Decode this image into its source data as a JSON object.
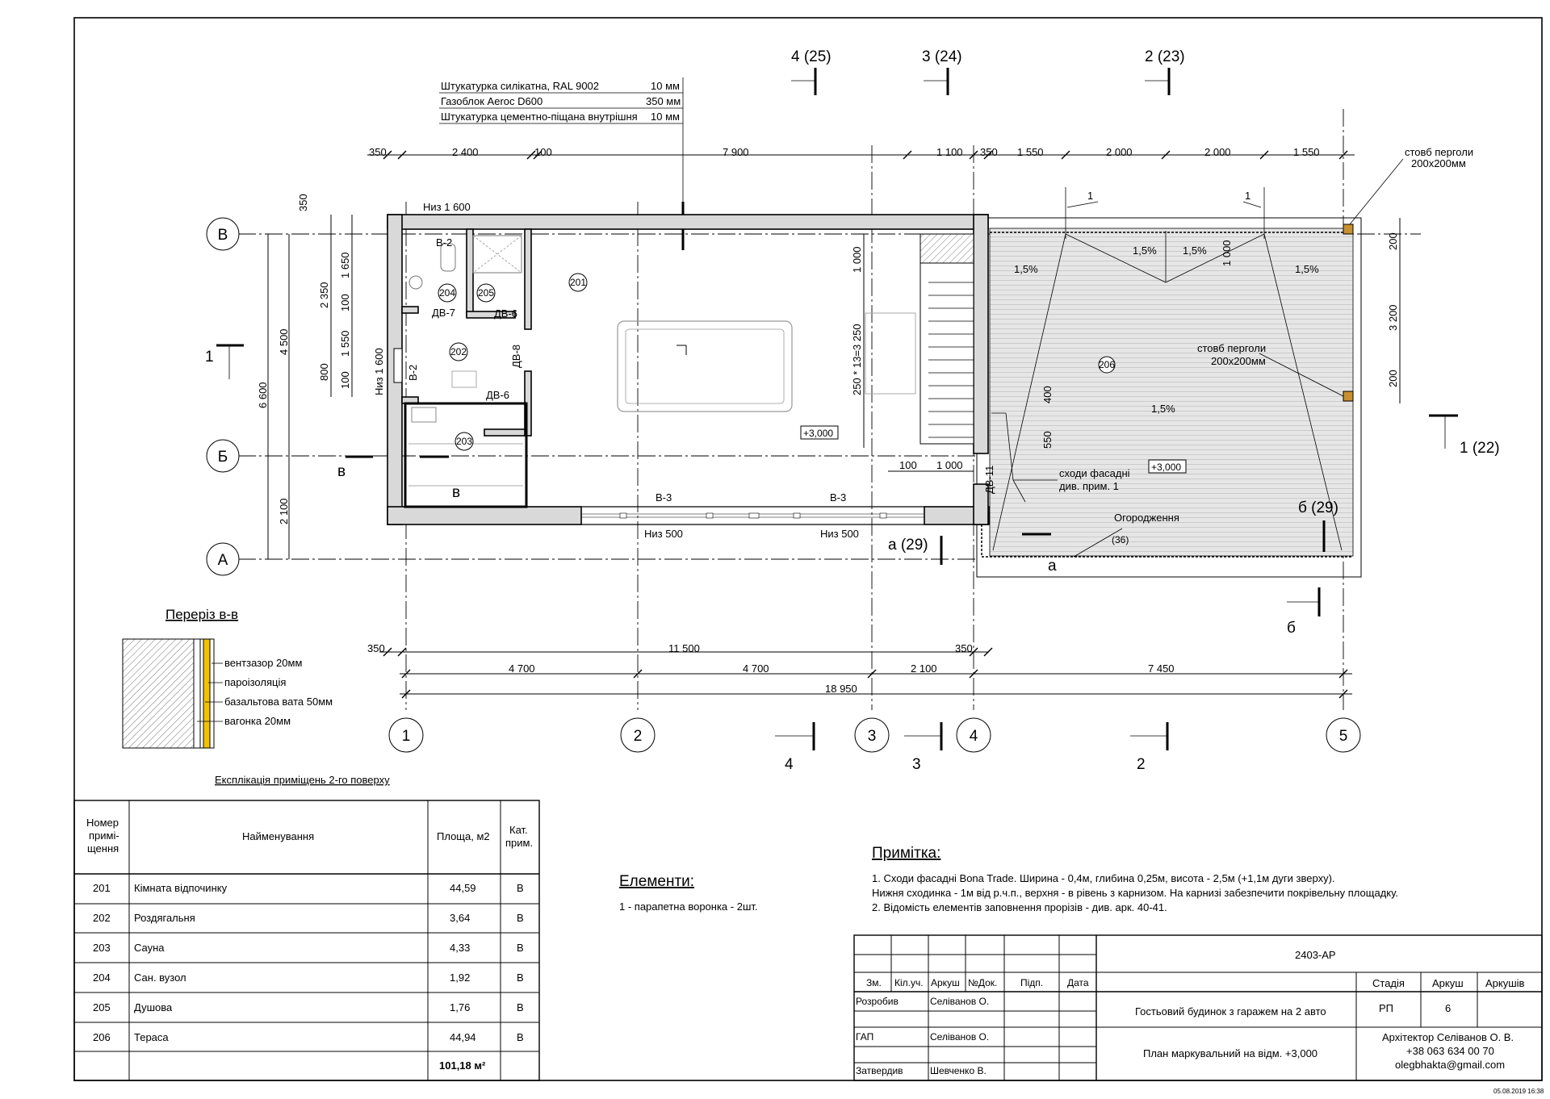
{
  "materials": [
    {
      "name": "Штукатурка силікатна, RAL 9002",
      "thick": "10 мм"
    },
    {
      "name": "Газоблок Aeroc D600",
      "thick": "350 мм"
    },
    {
      "name": "Штукатурка цементно-піщана внутрішня",
      "thick": "10 мм"
    }
  ],
  "section_marks": {
    "s4": "4 (25)",
    "s3": "3 (24)",
    "s2": "2 (23)",
    "s1": "1",
    "s1b": "1 (22)",
    "a": "а (29)",
    "a_letter": "а",
    "b": "б (29)",
    "b_letter": "б",
    "v": "в",
    "v2": "в",
    "c4": "4",
    "c3": "3",
    "c2": "2"
  },
  "axes_letters": [
    "В",
    "Б",
    "А"
  ],
  "axes_numbers": [
    "1",
    "2",
    "3",
    "4",
    "5"
  ],
  "top_dims": [
    "350",
    "2 400",
    "100",
    "7 900",
    "1 100",
    "350",
    "1 550",
    "2 000",
    "2 000",
    "1 550"
  ],
  "bottom_dims": {
    "row1": [
      "350",
      "11 500",
      "350"
    ],
    "row2": [
      "4 700",
      "4 700",
      "2 100",
      "7 450"
    ],
    "total": "18 950"
  },
  "left_dims": {
    "outer": [
      "6 600"
    ],
    "mid": [
      "4 500",
      "2 100"
    ],
    "inner": [
      "350",
      "2 350",
      "1 650",
      "100",
      "1 550",
      "800",
      "100"
    ]
  },
  "right_dims": [
    "200",
    "3 200",
    "200"
  ],
  "labels": {
    "niz1600": "Низ 1 600",
    "niz1600v": "Низ 1 600",
    "niz500a": "Низ 500",
    "niz500b": "Низ 500",
    "b2a": "В-2",
    "b2b": "В-2",
    "b3a": "В-3",
    "b3b": "В-3",
    "dv7": "ДВ-7",
    "dv6a": "ДВ-6",
    "dv6b": "ДВ-6",
    "dv8": "ДВ-8",
    "dv11": "ДВ-11",
    "lvl1": "+3,000",
    "lvl2": "+3,000",
    "stairs": "250 * 13=3 250",
    "d1000a": "1 000",
    "d1000b": "1 000",
    "d100": "100",
    "d1000c": "1 000",
    "d400": "400",
    "d550": "550",
    "slope1": "1,5%",
    "slope2": "1,5%",
    "slope3": "1,5%",
    "slope4": "1,5%",
    "slope5": "1,5%",
    "facade_stairs": "сходи фасадні",
    "facade_note": "див. прим. 1",
    "pergola_post": "стовб перголи",
    "pergola_size": "200х200мм",
    "pergola_post2": "стовб перголи",
    "pergola_size2": "200х200мм",
    "railing": "Огородження",
    "railing_num": "(36)",
    "mark1a": "1",
    "mark1b": "1"
  },
  "rooms": [
    "201",
    "202",
    "203",
    "204",
    "205",
    "206"
  ],
  "section_vv": {
    "title": "Переріз в-в",
    "layers": [
      "вентзазор 20мм",
      "пароізоляція",
      "базальтова вата 50мм",
      "вагонка 20мм"
    ]
  },
  "explication": {
    "title": "Експлікація приміщень 2-го поверху",
    "headers": [
      "Номер примі- щення",
      "Найменування",
      "Площа, м2",
      "Кат. прим."
    ],
    "rows": [
      [
        "201",
        "Кімната відпочинку",
        "44,59",
        "В"
      ],
      [
        "202",
        "Роздягальня",
        "3,64",
        "В"
      ],
      [
        "203",
        "Сауна",
        "4,33",
        "В"
      ],
      [
        "204",
        "Сан. вузол",
        "1,92",
        "В"
      ],
      [
        "205",
        "Душова",
        "1,76",
        "В"
      ],
      [
        "206",
        "Тераса",
        "44,94",
        "В"
      ]
    ],
    "total": "101,18 м²"
  },
  "elements": {
    "title": "Елементи:",
    "text": "1 - парапетна воронка - 2шт."
  },
  "note": {
    "title": "Примітка:",
    "lines": [
      "1. Сходи фасадні Bona Trade. Ширина - 0,4м, глибина 0,25м, висота - 2,5м (+1,1м дуги зверху).",
      "Нижня сходинка - 1м від р.ч.п., верхня - в рівень з карнизом. На карнизі забезпечити покрівельну площадку.",
      "2. Відомість елементів заповнення прорізів - див. арк. 40-41."
    ]
  },
  "stamp": {
    "code": "2403-АР",
    "hdr": [
      "Зм.",
      "Кіл.уч.",
      "Аркуш",
      "№Док.",
      "Підп.",
      "Дата"
    ],
    "roles": [
      [
        "Розробив",
        "Селіванов О."
      ],
      [
        "ГАП",
        "Селіванов О."
      ],
      [
        "Затвердив",
        "Шевченко В."
      ]
    ],
    "project": "Гостьовий будинок з гаражем на 2 авто",
    "sheet_title": "План маркувальний на відм. +3,000",
    "stage_hdr": [
      "Стадія",
      "Аркуш",
      "Аркушів"
    ],
    "stage_vals": [
      "РП",
      "6",
      ""
    ],
    "author": [
      "Архітектор Селіванов О. В.",
      "+38 063 634 00 70",
      "olegbhakta@gmail.com"
    ]
  },
  "timestamp": "05.08.2019 16:38"
}
